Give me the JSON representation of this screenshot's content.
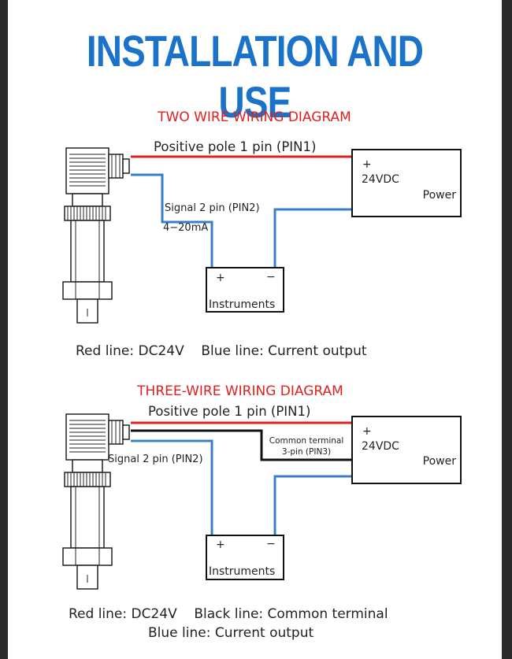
{
  "title": "INSTALLATION AND USE",
  "colors": {
    "title": "#1a73c8",
    "red_wire": "#e02020",
    "blue_wire": "#3a7fc4",
    "black_wire": "#111111",
    "heading": "#e02020"
  },
  "two_wire": {
    "heading": "TWO WIRE WIRING DIAGRAM",
    "pin1": "Positive pole 1 pin (PIN1)",
    "pin2": "Signal 2 pin (PIN2)",
    "current": "4−20mA",
    "power_plus": "+",
    "power_voltage": "24VDC",
    "power_label": "Power",
    "instr_plus": "+",
    "instr_minus": "−",
    "instr_label": "Instruments",
    "legend": "Red line: DC24V    Blue line: Current output"
  },
  "three_wire": {
    "heading": "THREE-WIRE WIRING DIAGRAM",
    "pin1": "Positive pole 1 pin (PIN1)",
    "pin2": "Signal 2 pin (PIN2)",
    "pin3_line1": "Common terminal",
    "pin3_line2": "3-pin (PIN3)",
    "power_plus": "+",
    "power_voltage": "24VDC",
    "power_label": "Power",
    "instr_plus": "+",
    "instr_minus": "−",
    "instr_label": "Instruments",
    "legend_line1": "Red line: DC24V    Black line: Common terminal",
    "legend_line2": "Blue line: Current output"
  }
}
